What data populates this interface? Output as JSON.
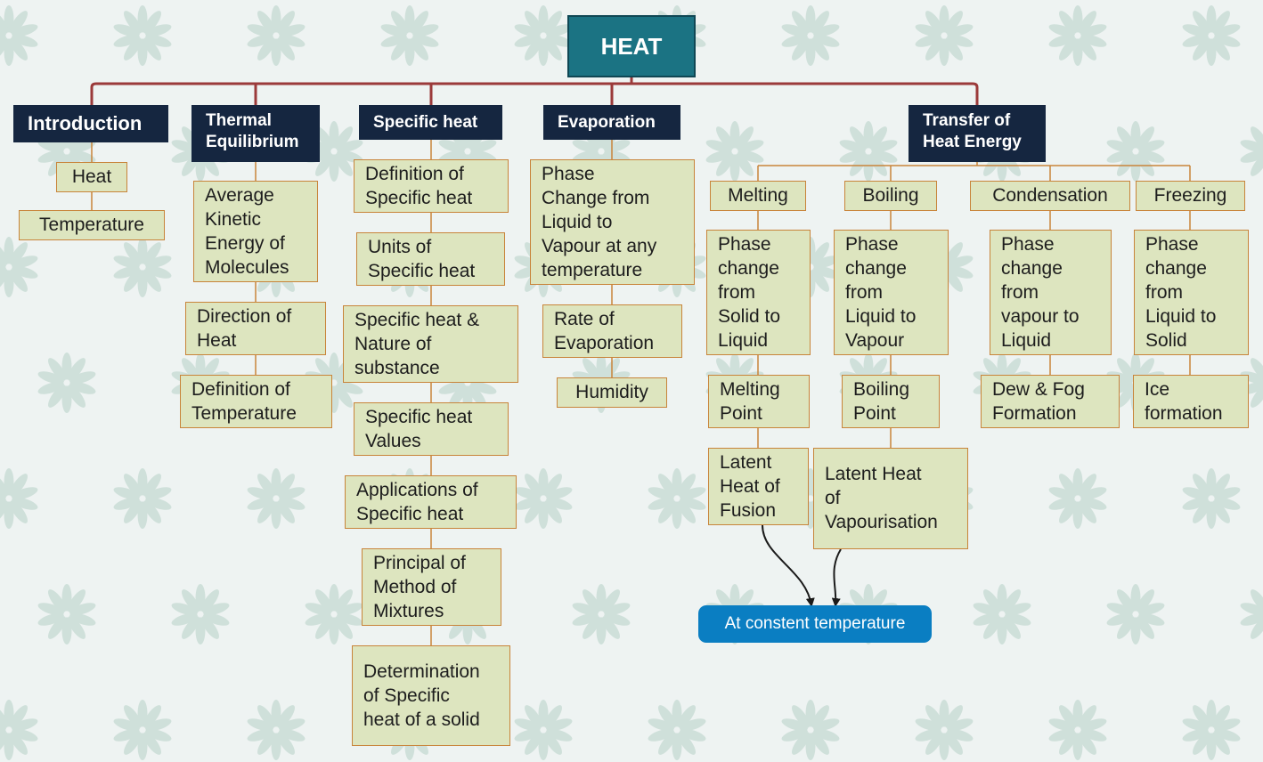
{
  "root": "HEAT",
  "branches": {
    "introduction": {
      "title": "Introduction",
      "items": [
        "Heat",
        "Temperature"
      ]
    },
    "thermal_equilibrium": {
      "title": "Thermal\nEquilibrium",
      "items": [
        "Average\nKinetic\nEnergy of\nMolecules",
        "Direction of\nHeat",
        "Definition of\nTemperature"
      ]
    },
    "specific_heat": {
      "title": "Specific heat",
      "items": [
        "Definition of\nSpecific heat",
        "Units of\nSpecific heat",
        "Specific heat &\nNature of\nsubstance",
        "Specific heat\nValues",
        "Applications of\nSpecific heat",
        "Principal of\nMethod of\nMixtures",
        "Determination\n of Specific\nheat of a solid"
      ]
    },
    "evaporation": {
      "title": "Evaporation",
      "items": [
        "Phase\nChange from\nLiquid to\nVapour at any\ntemperature",
        "Rate of\nEvaporation",
        "Humidity"
      ]
    },
    "transfer": {
      "title": "Transfer of\nHeat Energy",
      "melting": {
        "title": "Melting",
        "items": [
          "Phase\nchange\nfrom\nSolid to\nLiquid",
          "Melting\nPoint",
          "Latent\nHeat of\nFusion"
        ]
      },
      "boiling": {
        "title": "Boiling",
        "items": [
          "Phase\nchange\nfrom\nLiquid to\nVapour",
          "Boiling\nPoint",
          "Latent Heat\nof\nVapourisation"
        ]
      },
      "condensation": {
        "title": "Condensation",
        "items": [
          "Phase\nchange\nfrom\nvapour to\nLiquid",
          "Dew & Fog\nFormation"
        ]
      },
      "freezing": {
        "title": "Freezing",
        "items": [
          "Phase\nchange\nfrom\nLiquid to\nSolid",
          "Ice\nformation"
        ]
      }
    }
  },
  "callout": "At constent temperature",
  "colors": {
    "root_fill": "#1b7383",
    "category_fill": "#152640",
    "leaf_fill": "#dde5bf",
    "leaf_border": "#c8843a",
    "main_connector": "#9b3a3a",
    "callout_fill": "#0a7ec2"
  }
}
